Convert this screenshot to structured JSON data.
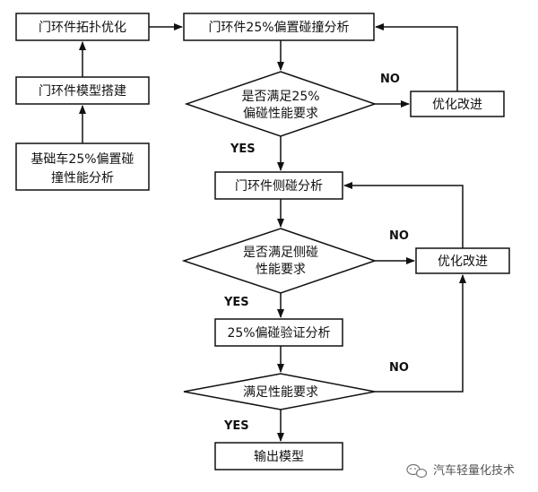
{
  "nodes": {
    "door_topology": "门环件拓扑优化",
    "door_model": "门环件模型搭建",
    "base_line1": "基础车25%偏置碰",
    "base_line2": "撞性能分析",
    "offset_analysis": "门环件25%偏置碰撞分析",
    "decision1_line1": "是否满足25%",
    "decision1_line2": "偏碰性能要求",
    "optimize1": "优化改进",
    "side_analysis": "门环件侧碰分析",
    "decision2_line1": "是否满足侧碰",
    "decision2_line2": "性能要求",
    "optimize2": "优化改进",
    "verify_analysis": "25%偏碰验证分析",
    "decision3": "满足性能要求",
    "output_model": "输出模型"
  },
  "labels": {
    "no": "NO",
    "yes": "YES"
  },
  "watermark": "汽车轻量化技术",
  "colors": {
    "stroke": "#111111",
    "background": "#ffffff",
    "watermark": "#555555"
  }
}
